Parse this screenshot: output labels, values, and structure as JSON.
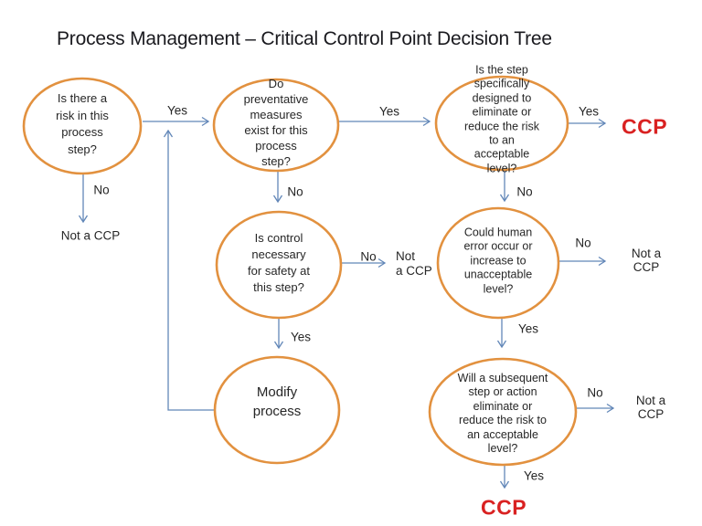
{
  "slide": {
    "title": "Process Management – Critical Control Point Decision Tree"
  },
  "colors": {
    "ellipse_stroke": "#e2913f",
    "arrow": "#6287b8",
    "ccp_red": "#d92121",
    "text": "#262626",
    "background": "#ffffff"
  },
  "nodes": {
    "risk": {
      "text": "Is there a\nrisk in this\nprocess\nstep?"
    },
    "preventative": {
      "text": "Do\npreventative\nmeasures\nexist for this\nprocess\nstep?"
    },
    "designed": {
      "text": "Is the step\nspecifically\ndesigned to\neliminate or\nreduce the risk\nto an\nacceptable\nlevel?"
    },
    "control": {
      "text": "Is control\nnecessary\nfor safety at\nthis step?"
    },
    "human_error": {
      "text": "Could human\nerror occur or\nincrease to\nunacceptable\nlevel?"
    },
    "modify": {
      "text": "Modify\nprocess"
    },
    "subsequent": {
      "text": "Will a subsequent\nstep or action\neliminate or\nreduce the risk to\nan acceptable\nlevel?"
    }
  },
  "labels": {
    "yes_risk_to_preventative": "Yes",
    "no_risk": "No",
    "not_a_ccp_risk": "Not a CCP",
    "yes_preventative_to_designed": "Yes",
    "no_preventative": "No",
    "yes_designed": "Yes",
    "ccp_designed": "CCP",
    "no_designed": "No",
    "no_control": "No",
    "not_a_ccp_control": "Not\na CCP",
    "yes_control": "Yes",
    "no_human_error": "No",
    "not_a_ccp_human_error": "Not a CCP",
    "yes_human_error": "Yes",
    "no_subsequent": "No",
    "not_a_ccp_subsequent": "Not a CCP",
    "yes_subsequent": "Yes",
    "ccp_subsequent": "CCP"
  }
}
